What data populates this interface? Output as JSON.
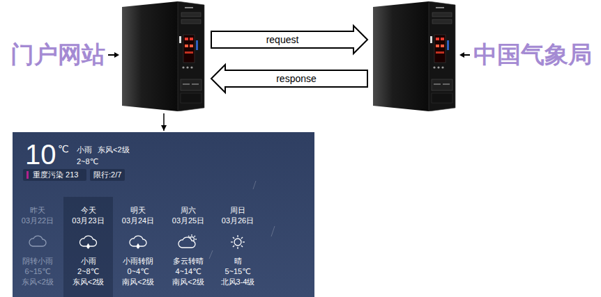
{
  "diagram": {
    "nodes": [
      {
        "text": [
          "门户网站"
        ]
      },
      {
        "text": [
          "中国气象局"
        ]
      },
      {
        "text": [
          "10",
          "℃",
          "小雨",
          "东风<2级",
          "2~8℃"
        ]
      },
      {
        "text": [
          "重度污染 213"
        ],
        "in": 2
      },
      {
        "text": [
          "限行:2/7"
        ],
        "in": 2
      },
      {
        "text": [
          "今天",
          "03月23日",
          "小雨",
          "2~8℃",
          "东风<2级"
        ],
        "in": 2
      }
    ],
    "edges": [
      {
        "from": 0,
        "to": 1,
        "label": "request",
        "arrow": "to"
      },
      {
        "from": 1,
        "to": 0,
        "label": "response",
        "arrow": "to"
      },
      {
        "from": 0,
        "to": 2,
        "arrow": "to"
      }
    ],
    "labels": [
      "昨天",
      "03月22日",
      "阴转小雨",
      "6~15℃",
      "东风<2级",
      "明天",
      "03月24日",
      "小雨转阴",
      "0~4℃",
      "南风<2级",
      "周六",
      "03月25日",
      "多云转晴",
      "4~14℃",
      "南风<2级",
      "周日",
      "03月26日",
      "晴",
      "5~15℃",
      "北风3-4级"
    ]
  }
}
